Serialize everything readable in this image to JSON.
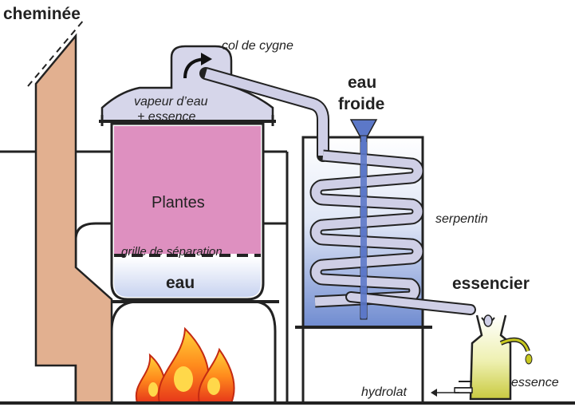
{
  "labels": {
    "chimney": "cheminée",
    "swan_neck": "col de cygne",
    "vapor_line1": "vapeur d’eau",
    "vapor_line2": "+ essence",
    "cold_water_line1": "eau",
    "cold_water_line2": "froide",
    "plants": "Plantes",
    "grid": "grille de séparation",
    "water": "eau",
    "coil": "serpentin",
    "essencier": "essencier",
    "essence": "essence",
    "hydrolat": "hydrolat"
  },
  "colors": {
    "chimney": "#e2b090",
    "plants": "#de90c0",
    "steam": "#d6d6ea",
    "pipe": "#cfcfe6",
    "cold_water": "#5c78c8",
    "water_light": "#e6ecfa",
    "flame_outer": "#e8401c",
    "flame_inner": "#ffb020",
    "essence_oil": "#c8c820",
    "outline": "#222222"
  }
}
